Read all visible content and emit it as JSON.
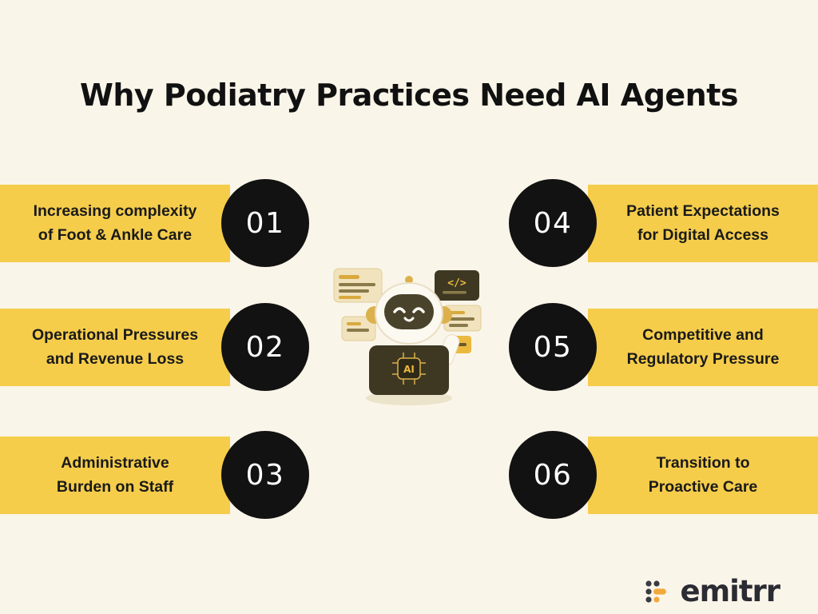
{
  "title": "Why Podiatry Practices Need AI Agents",
  "items": [
    {
      "number": "01",
      "line1": "Increasing complexity",
      "line2": "of  Foot & Ankle Care",
      "side": "left"
    },
    {
      "number": "02",
      "line1": "Operational Pressures",
      "line2": "and Revenue Loss",
      "side": "left"
    },
    {
      "number": "03",
      "line1": "Administrative",
      "line2": "Burden on Staff",
      "side": "left"
    },
    {
      "number": "04",
      "line1": "Patient Expectations",
      "line2": "for Digital Access",
      "side": "right"
    },
    {
      "number": "05",
      "line1": "Competitive and",
      "line2": "Regulatory Pressure",
      "side": "right"
    },
    {
      "number": "06",
      "line1": "Transition to",
      "line2": "Proactive Care",
      "side": "right"
    }
  ],
  "illustration": {
    "chip_label": "AI",
    "code_symbol": "</>"
  },
  "logo": {
    "text": "emitrr"
  },
  "colors": {
    "background": "#FAF5E9",
    "bar_yellow": "#F5CD4B",
    "circle_black": "#121212",
    "number_white": "#FFFFFF",
    "text_dark": "#1A1A1A",
    "accent_gold": "#DCB14C",
    "window_tan": "#F1E3BD",
    "window_dark": "#3E3823",
    "logo_dark": "#2B2B33",
    "logo_yellow": "#F2A93B"
  }
}
